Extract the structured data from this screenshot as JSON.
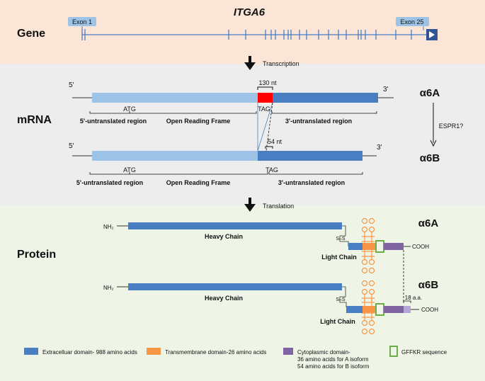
{
  "gene": {
    "section_label": "Gene",
    "name": "ITGA6",
    "exon_first": "Exon 1",
    "exon_last": "Exon 25"
  },
  "transcription_label": "Transcription",
  "translation_label": "Translation",
  "mrna": {
    "section_label": "mRNA",
    "five_prime": "5'",
    "three_prime": "3'",
    "a": {
      "isoform": "α6A",
      "insert_label": "130 nt",
      "atg": "ATG",
      "tag": "TAG",
      "utr5": "5'-untranslated region",
      "orf": "Open Reading Frame",
      "utr3": "3'-untranslated region"
    },
    "splicing_label": "ESPR1?",
    "b": {
      "isoform": "α6B",
      "insert_label": "54 nt",
      "atg": "ATG",
      "tag": "TAG",
      "utr5": "5'-untranslated region",
      "orf": "Open Reading Frame",
      "utr3": "3'-untranslated region"
    }
  },
  "protein": {
    "section_label": "Protein",
    "a": {
      "isoform": "α6A",
      "nh2": "NH₂",
      "heavy_chain": "Heavy Chain",
      "ss": "S–S",
      "light_chain": "Light  Chain",
      "cooh": "COOH"
    },
    "b": {
      "isoform": "α6B",
      "nh2": "NH₂",
      "heavy_chain": "Heavy Chain",
      "ss": "S–S",
      "light_chain": "Light  Chain",
      "cooh": "COOH",
      "extra_label": "18 a.a."
    }
  },
  "legend": {
    "extracellular": "Extracelluar domain- 988 amino acids",
    "transmembrane": "Transmembrane domain-26 amino acids",
    "cytoplasmic_1": "Cytoplasmic domain-",
    "cytoplasmic_2": "36 amino acids for  A isoform",
    "cytoplasmic_3": "54 amino acids for  B isoform",
    "gffkr": "GFFKR sequence"
  },
  "colors": {
    "gene_bg": "#fbe5d6",
    "mrna_bg": "#ededed",
    "protein_bg": "#eef5e7",
    "light_blue": "#9dc3e6",
    "dark_blue": "#4a7ec2",
    "red": "#ff0000",
    "orange": "#f79646",
    "purple": "#8064a2",
    "light_purple": "#b4a7d6",
    "green": "#70ad47",
    "exon_box": "#9dc3e6"
  }
}
